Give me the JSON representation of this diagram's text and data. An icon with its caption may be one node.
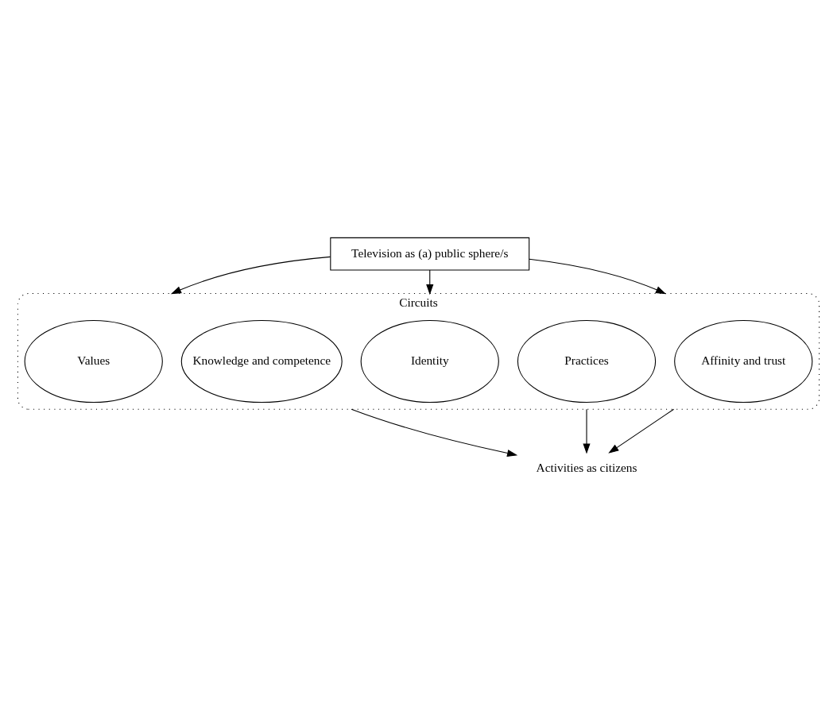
{
  "diagram": {
    "nodes": [
      {
        "text": [
          "Television as (a) public sphere/s"
        ]
      },
      {
        "text": [
          "Circuits"
        ]
      },
      {
        "text": [
          "Affinity and trust"
        ],
        "in": 1
      },
      {
        "text": [
          "Practices"
        ],
        "in": 1
      },
      {
        "text": [
          "Identity"
        ],
        "in": 1
      },
      {
        "text": [
          "Knowledge and competence"
        ],
        "in": 1
      },
      {
        "text": [
          "Values"
        ],
        "in": 1
      },
      {
        "text": [
          "Activities as citizens"
        ]
      }
    ],
    "edges": [
      {
        "from": 0,
        "to": 1,
        "arrow": "to"
      },
      {
        "from": 0,
        "to": 1,
        "arrow": "to"
      },
      {
        "from": 0,
        "to": 1,
        "arrow": "to"
      },
      {
        "from": 1,
        "to": 7,
        "arrow": "to"
      },
      {
        "from": 1,
        "to": 7,
        "arrow": "to"
      },
      {
        "from": 1,
        "to": 7,
        "arrow": "to"
      }
    ]
  }
}
